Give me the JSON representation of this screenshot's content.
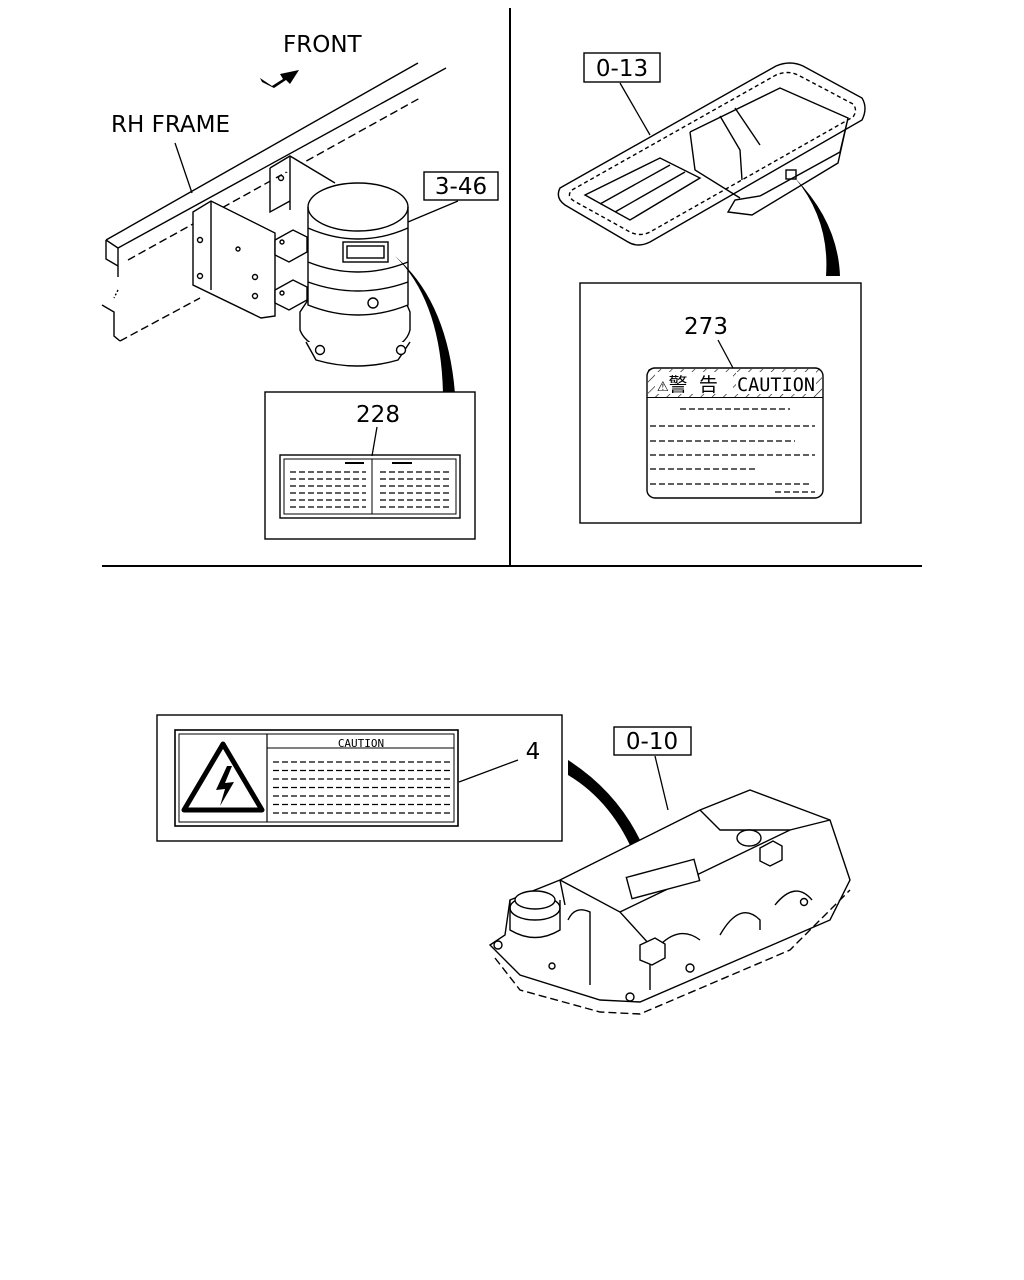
{
  "top_left": {
    "direction_label": "FRONT",
    "frame_label": "RH FRAME",
    "ref_box": "3-46",
    "part_number": "228"
  },
  "top_right": {
    "ref_box": "0-13",
    "part_number": "273",
    "label_header_cjk": "⚠警 告",
    "label_header_latin": "CAUTION"
  },
  "bottom": {
    "ref_box": "0-10",
    "part_number": "4",
    "label_header": "CAUTION"
  }
}
